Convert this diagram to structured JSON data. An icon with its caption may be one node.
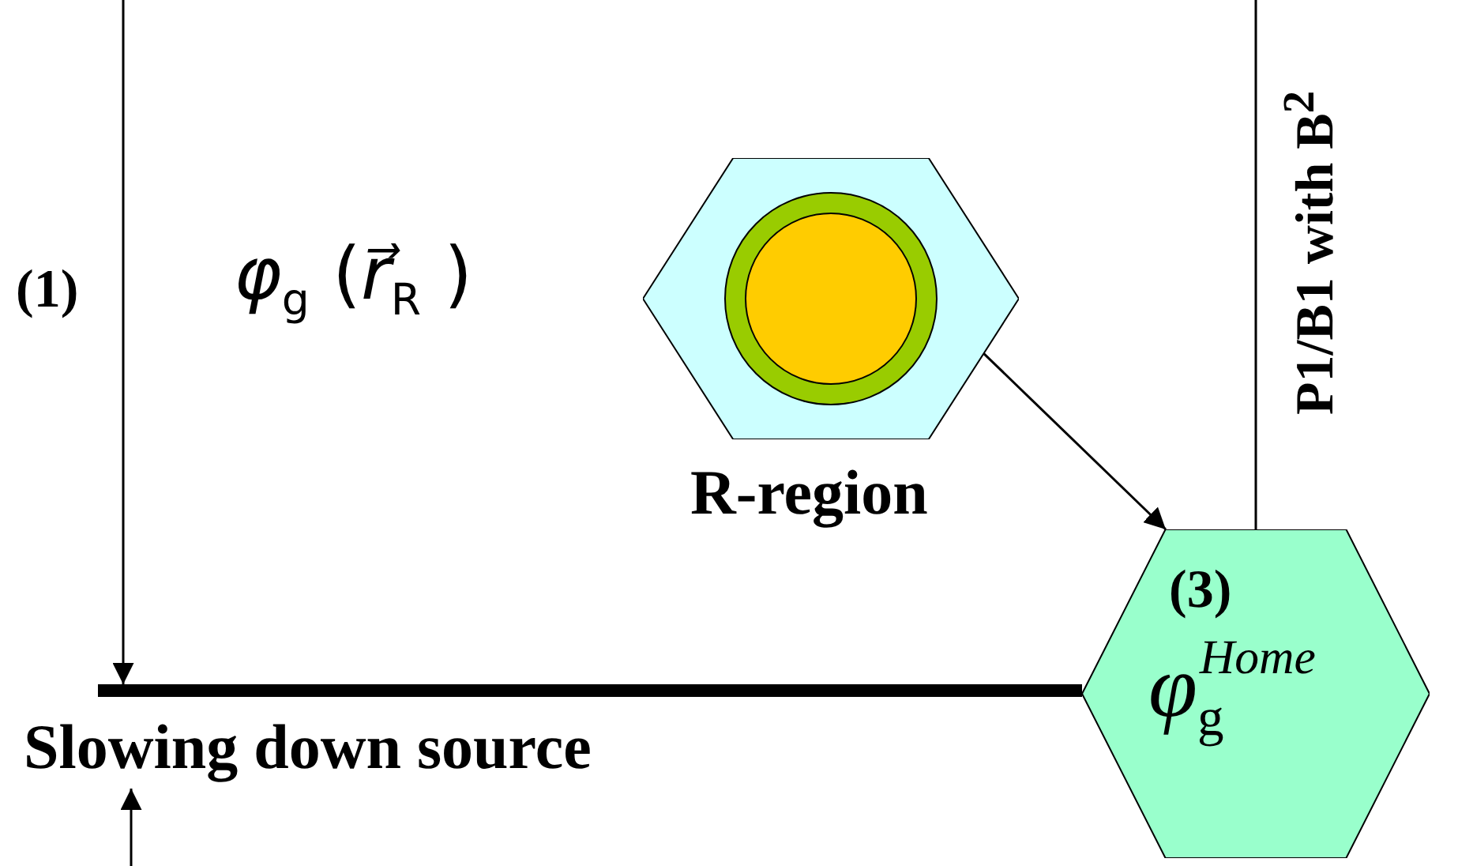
{
  "diagram": {
    "nodes": [
      {
        "text": [],
        "shape": "hexagon",
        "beside": [
          "R-region"
        ]
      },
      {
        "text": [
          "(3)",
          "*φ*$_{g}$$^{Home}$"
        ]
      },
      {
        "text": [],
        "shape": "bar",
        "beside": [
          "Slowing down source"
        ]
      }
    ],
    "edges": [
      {
        "from": null,
        "to": 2,
        "arrow": "to",
        "label": "(1)"
      },
      {
        "from": null,
        "to": 2,
        "arrow": "to"
      },
      {
        "from": 0,
        "to": 1,
        "arrow": "to"
      },
      {
        "from": null,
        "to": 1,
        "arrow": "none",
        "label": "P1/B1 with B$^{2}$"
      }
    ],
    "labels": [
      "*φ*$_{g}$ (*r⃗*$_{R}$ )"
    ]
  }
}
